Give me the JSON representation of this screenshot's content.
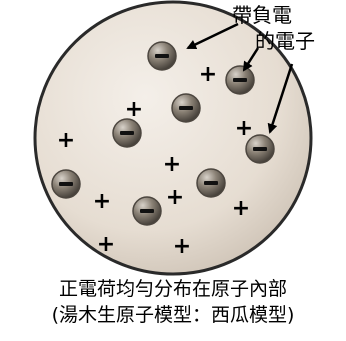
{
  "annotation": {
    "line1": "帶負電",
    "line2": "的電子"
  },
  "caption": {
    "line1": "正電荷均勻分布在原子內部",
    "line2": "(湯木生原子模型：西瓜模型)"
  },
  "symbols": {
    "positive": "+",
    "electron": "−"
  },
  "colors": {
    "sphere": "#e8e0d6",
    "sphere_shade": "#c9beb1",
    "sphere_outline": "#2a2a2a",
    "electron_body": "#8b8276",
    "electron_dark": "#4c463f"
  }
}
